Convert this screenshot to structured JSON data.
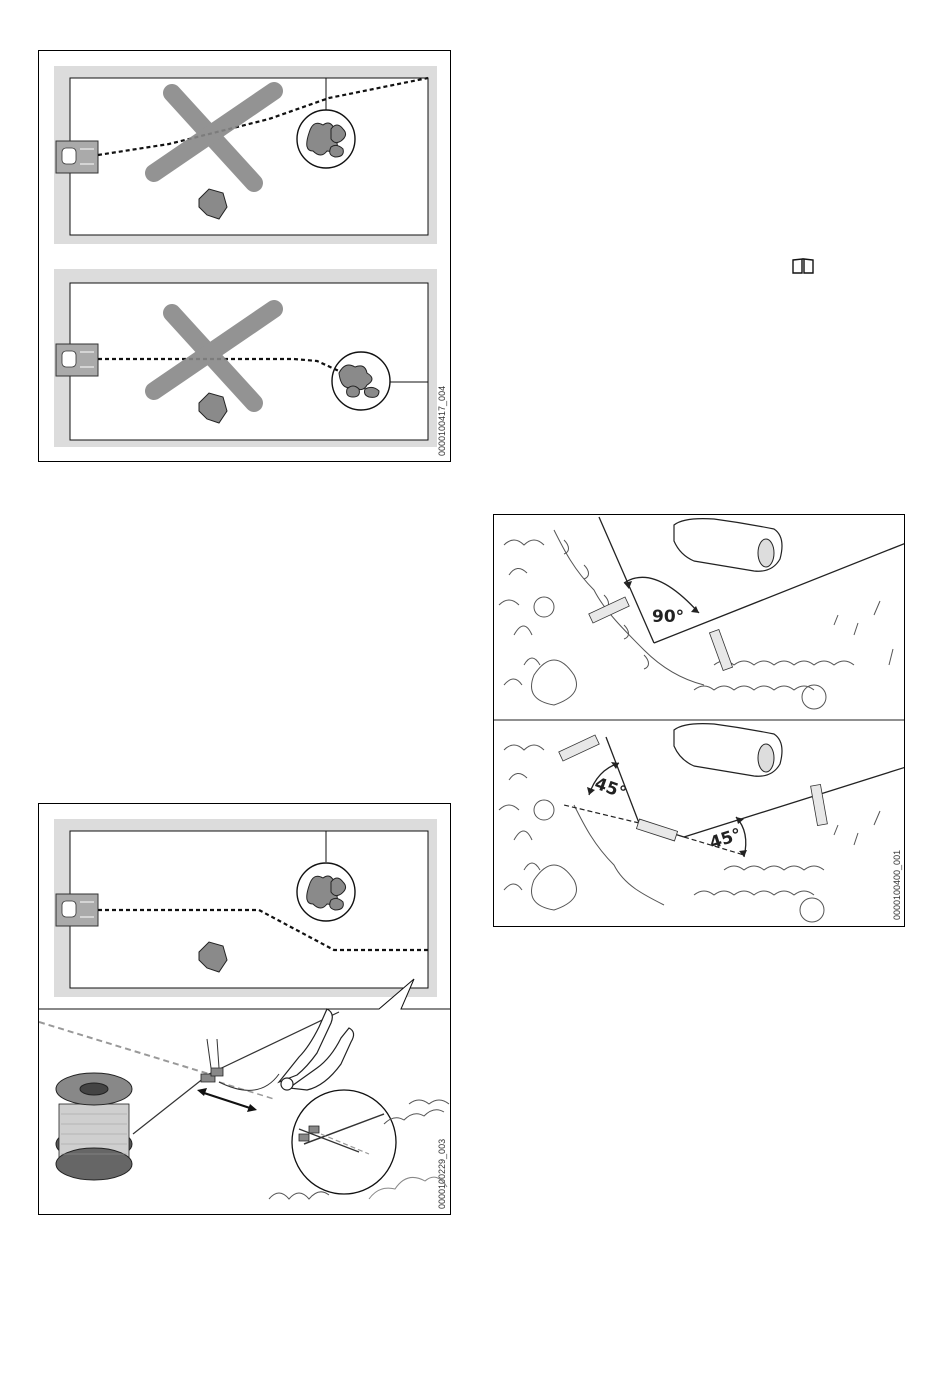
{
  "figure1": {
    "code": "0000100417_004",
    "panels": [
      "incorrect-path-top",
      "incorrect-path-bottom"
    ]
  },
  "figure2": {
    "code": "0000100400_001",
    "angle_top": "90°",
    "angle_bottom_left": "45°",
    "angle_bottom_right": "45°"
  },
  "figure3": {
    "code": "0000100229_003"
  },
  "icons": {
    "manual_reference": "book-icon"
  }
}
